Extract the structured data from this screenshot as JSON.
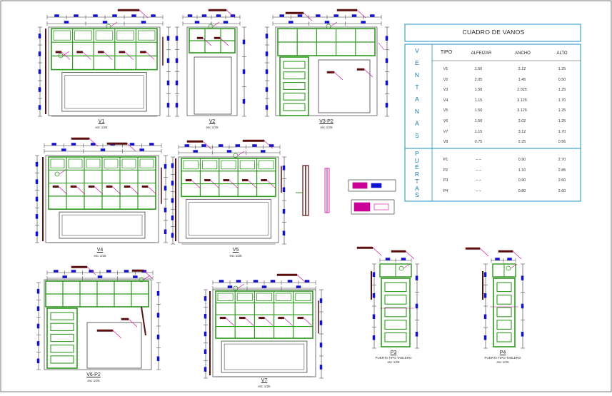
{
  "table": {
    "title": "CUADRO DE VANOS",
    "headers": {
      "tipo": "TIPO",
      "alfeizar": "ALFEIZAR",
      "ancho": "ANCHO",
      "alto": "ALTO"
    },
    "group_ventanas": [
      "V",
      "E",
      "N",
      "T",
      "A",
      "N",
      "A",
      "S"
    ],
    "group_puertas": [
      "P",
      "U",
      "E",
      "R",
      "T",
      "A",
      "S"
    ],
    "ventanas": [
      {
        "tipo": "V1",
        "alfeizar": "1.50",
        "ancho": "2.12",
        "alto": "1.25"
      },
      {
        "tipo": "V2",
        "alfeizar": "2.05",
        "ancho": "1.45",
        "alto": "0.50"
      },
      {
        "tipo": "V3",
        "alfeizar": "1.50",
        "ancho": "2.025",
        "alto": "1.25"
      },
      {
        "tipo": "V4",
        "alfeizar": "1.15",
        "ancho": "3.125",
        "alto": "1.70"
      },
      {
        "tipo": "V5",
        "alfeizar": "1.50",
        "ancho": "3.125",
        "alto": "1.25"
      },
      {
        "tipo": "V6",
        "alfeizar": "1.50",
        "ancho": "2.02",
        "alto": "1.25"
      },
      {
        "tipo": "V7",
        "alfeizar": "1.15",
        "ancho": "3.12",
        "alto": "1.70"
      },
      {
        "tipo": "V8",
        "alfeizar": "0.75",
        "ancho": "2.25",
        "alto": "0.56"
      }
    ],
    "puertas": [
      {
        "tipo": "P1",
        "alfeizar": "– –",
        "ancho": "0.90",
        "alto": "2.70"
      },
      {
        "tipo": "P2",
        "alfeizar": "– –",
        "ancho": "1.10",
        "alto": "2.85"
      },
      {
        "tipo": "P3",
        "alfeizar": "– –",
        "ancho": "0.90",
        "alto": "2.60"
      },
      {
        "tipo": "P4",
        "alfeizar": "– –",
        "ancho": "0.80",
        "alto": "2.60"
      }
    ]
  },
  "elevations": {
    "v1": {
      "label": "V1",
      "scale": "esc 1/25"
    },
    "v2": {
      "label": "V2",
      "scale": "esc 1/25"
    },
    "v3p2": {
      "label": "V3-P2",
      "scale": "esc 1/25"
    },
    "v4": {
      "label": "V4",
      "scale": "esc 1/25"
    },
    "v5": {
      "label": "V5",
      "scale": "esc 1/25"
    },
    "v6p2": {
      "label": "V6-P2",
      "scale": "esc 1/25"
    },
    "v7": {
      "label": "V7",
      "scale": "esc 1/25"
    },
    "p3": {
      "label": "P3",
      "sublabel": "PUERTA TIPO TABLERO",
      "scale": "esc 1/25"
    },
    "p4": {
      "label": "P4",
      "sublabel": "PUERTA TIPO TABLERO",
      "scale": "esc 1/25"
    }
  },
  "colors": {
    "frame": "#2e9a1e",
    "dimension": "#1212cc",
    "leader": "#cc0099",
    "note": "#5a0f0f",
    "outline": "#555555",
    "table_border": "#1a8fc4"
  }
}
